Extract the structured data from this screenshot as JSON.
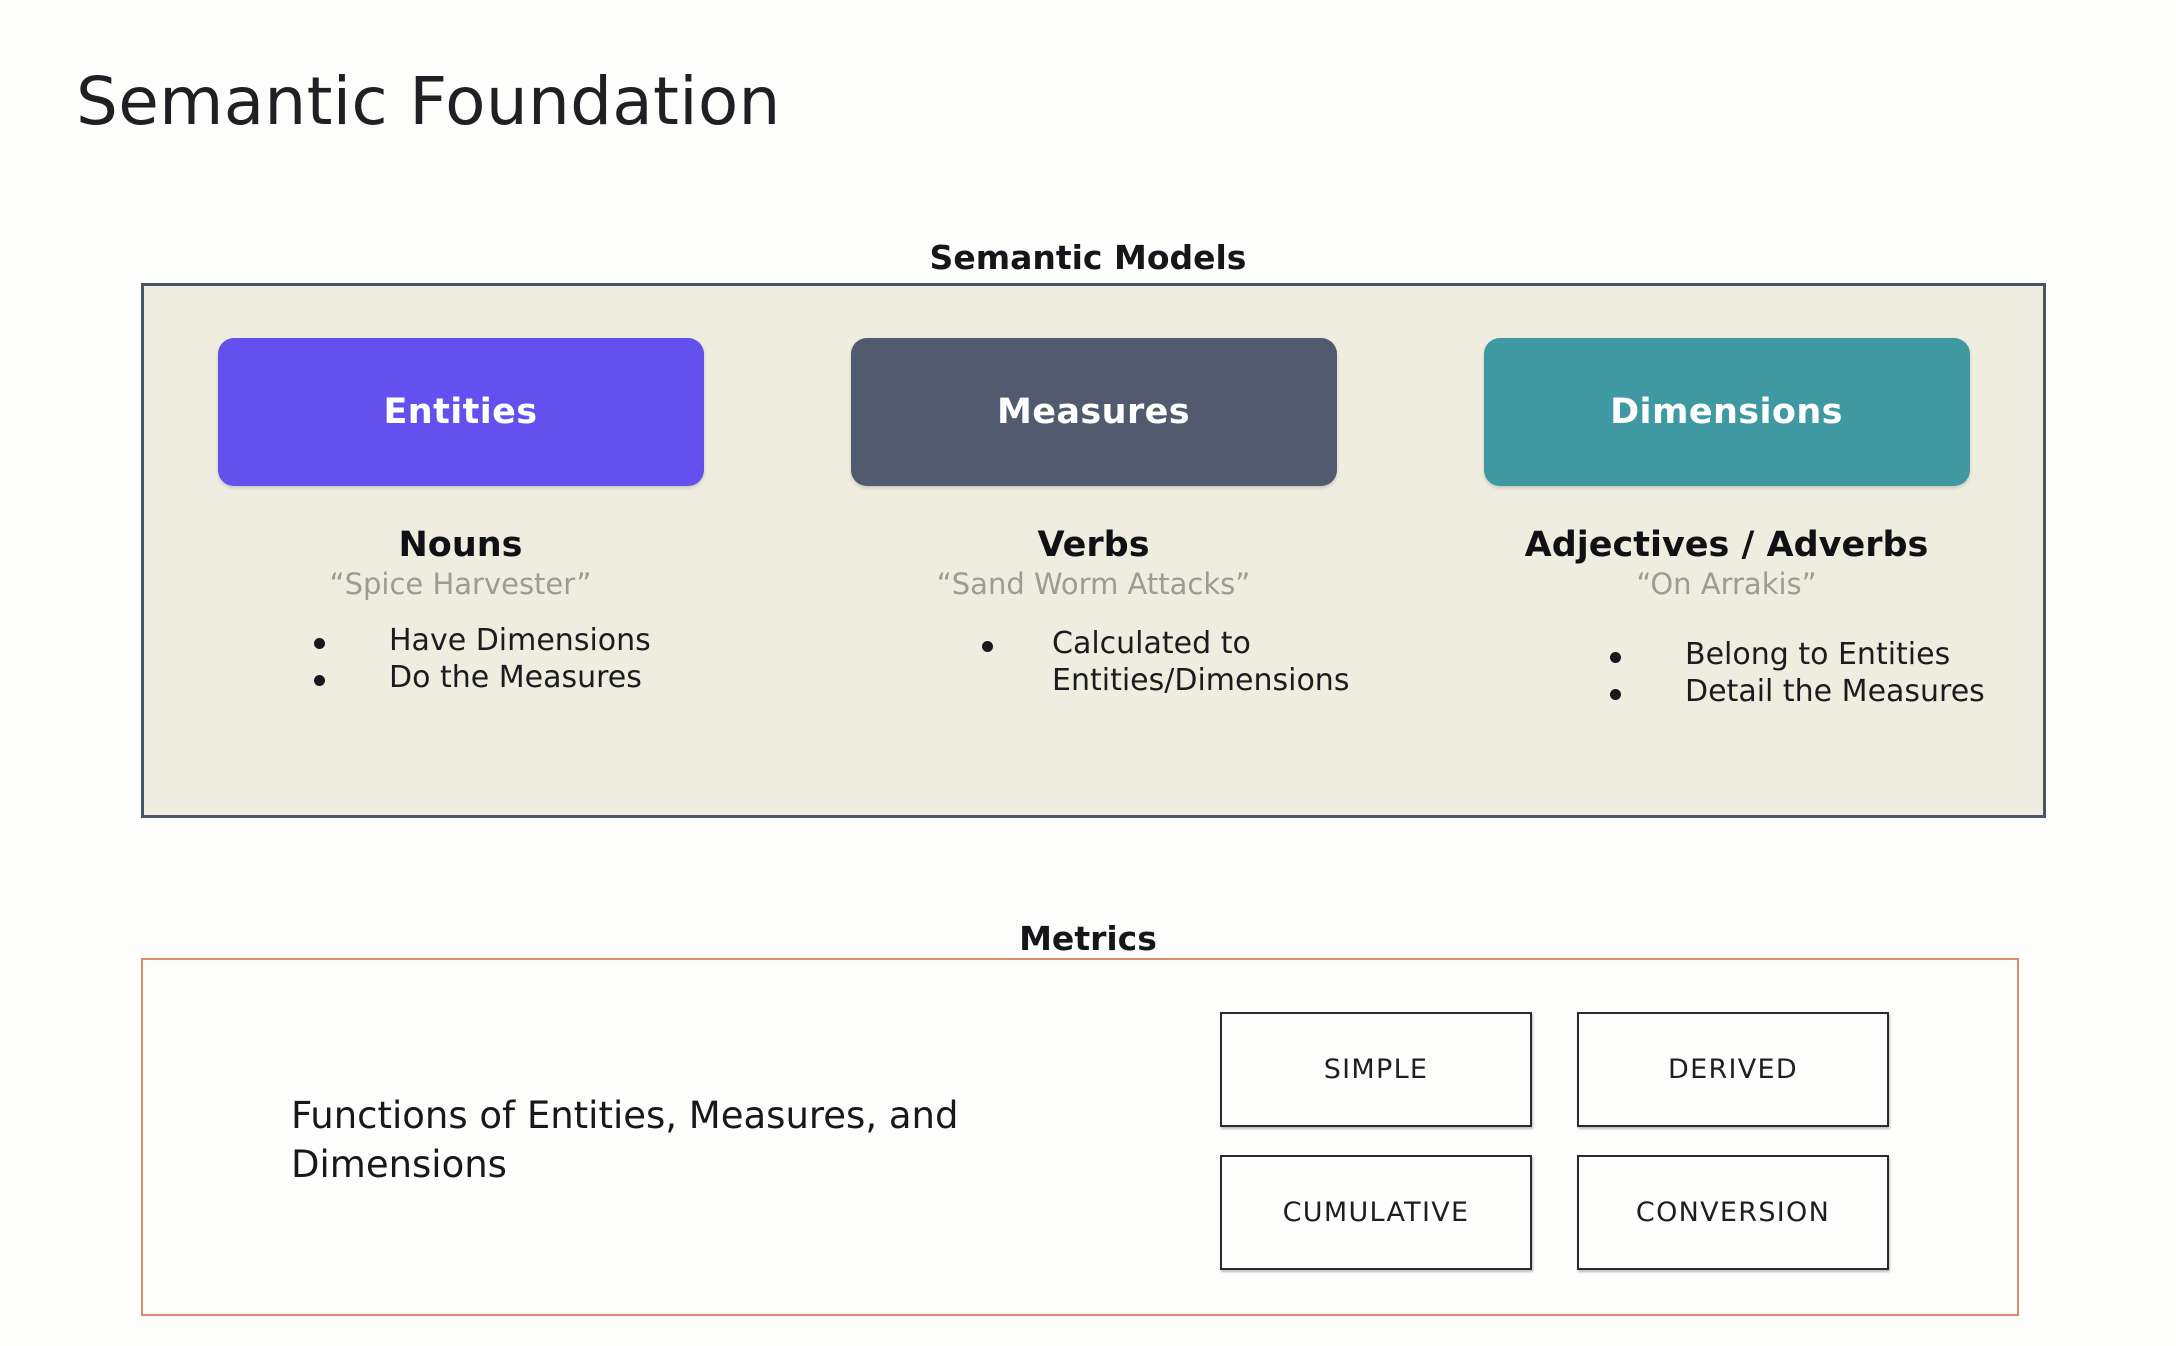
{
  "page_title": "Semantic Foundation",
  "colors": {
    "entities": "#6450ee",
    "measures": "#515a6e",
    "dimensions": "#3e99a3",
    "panel_background": "#efeddf",
    "panel_border": "#4b5563",
    "metrics_border": "#e08b6d",
    "page_background": "#fdfdfb",
    "example_text": "#9c9c96"
  },
  "semantic_models": {
    "caption": "Semantic Models",
    "columns": [
      {
        "pill_label": "Entities",
        "part_of_speech": "Nouns",
        "example": "“Spice Harvester”",
        "bullets": [
          "Have Dimensions",
          "Do the Measures"
        ]
      },
      {
        "pill_label": "Measures",
        "part_of_speech": "Verbs",
        "example": "“Sand Worm Attacks”",
        "bullets": [
          "Calculated to Entities/Dimensions"
        ]
      },
      {
        "pill_label": "Dimensions",
        "part_of_speech": "Adjectives / Adverbs",
        "example": "“On Arrakis”",
        "bullets": [
          "Belong to Entities",
          "Detail the Measures"
        ]
      }
    ]
  },
  "metrics": {
    "caption": "Metrics",
    "description": "Functions of Entities, Measures, and Dimensions",
    "types": [
      "SIMPLE",
      "DERIVED",
      "CUMULATIVE",
      "CONVERSION"
    ]
  }
}
